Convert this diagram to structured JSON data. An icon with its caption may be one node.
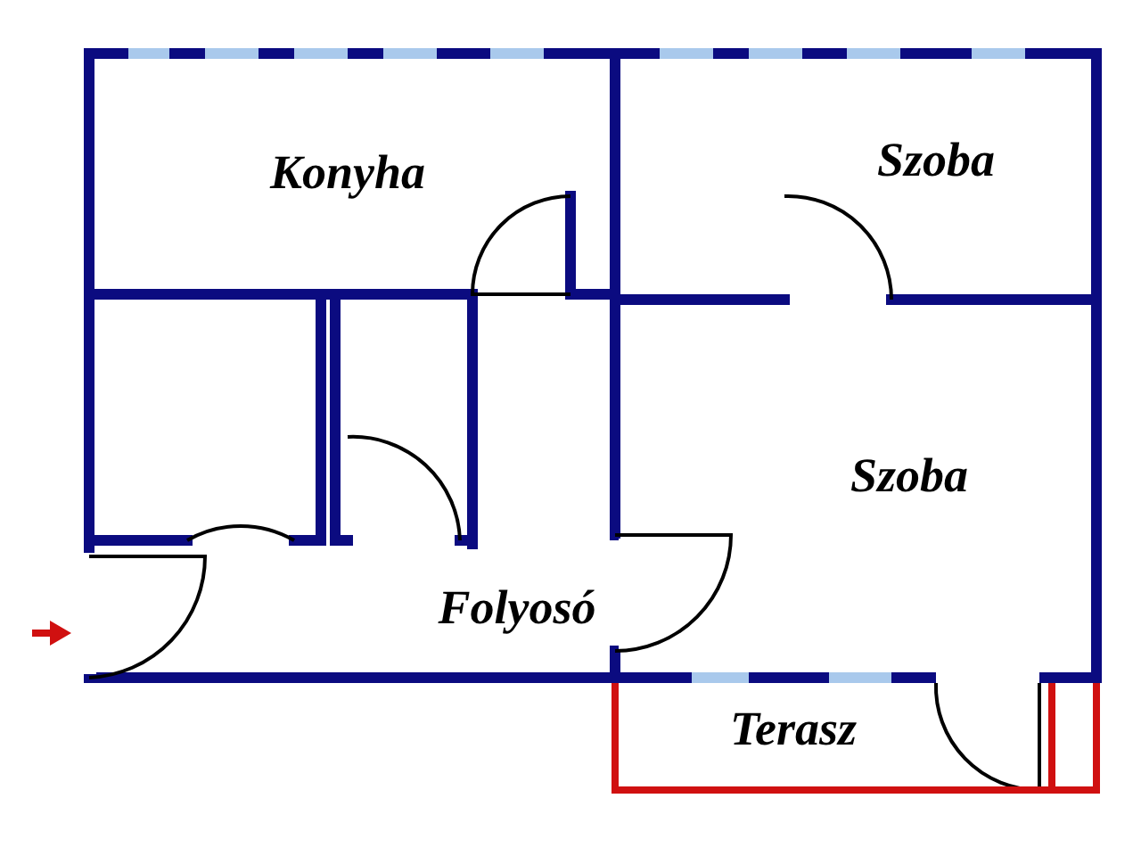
{
  "diagram": {
    "nodes": [
      {
        "text": [
          "Konyha"
        ]
      },
      {
        "text": [
          "Szoba"
        ]
      },
      {
        "text": [
          "Szoba"
        ]
      },
      {
        "text": [
          "Folyosó"
        ]
      },
      {
        "text": [
          "Terasz"
        ]
      }
    ],
    "edges": []
  }
}
